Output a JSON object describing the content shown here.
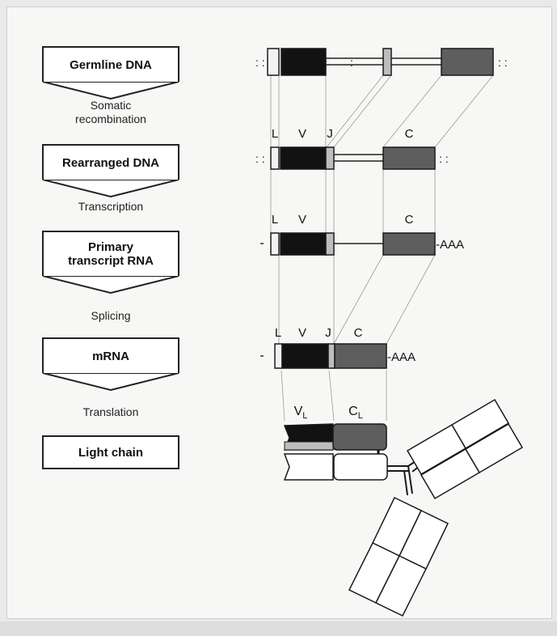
{
  "steps": [
    {
      "label": "Germline DNA"
    },
    {
      "label": "Rearranged DNA"
    },
    {
      "label_line1": "Primary",
      "label_line2": "transcript RNA"
    },
    {
      "label": "mRNA"
    },
    {
      "label": "Light chain"
    }
  ],
  "processes": {
    "somatic_line1": "Somatic",
    "somatic_line2": "recombination",
    "transcription": "Transcription",
    "splicing": "Splicing",
    "translation": "Translation"
  },
  "segment_labels": {
    "L": "L",
    "V": "V",
    "J": "J",
    "C": "C",
    "poly_a": "-AAA",
    "vl_main": "V",
    "vl_sub": "L",
    "cl_main": "C",
    "cl_sub": "L"
  },
  "colors": {
    "leader": "#f2f2f2",
    "variable": "#121212",
    "joining": "#bdbdbd",
    "constant": "#5e5e5e",
    "outline": "#1a1a1a"
  }
}
